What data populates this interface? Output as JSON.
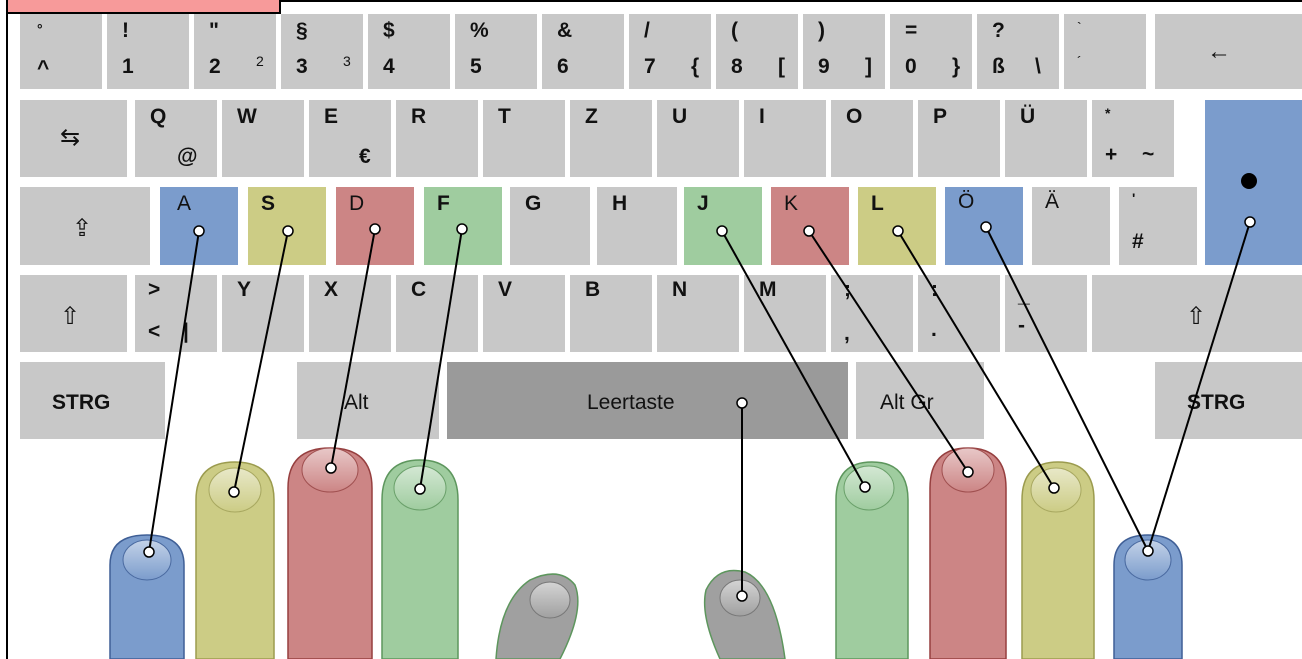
{
  "colors": {
    "pinky": "#7b9ccc",
    "ring": "#cccc85",
    "middle": "#cc8585",
    "index": "#9fcc9f",
    "thumb": "#9a9a9a",
    "key": "#c8c8c8"
  },
  "keys": {
    "circ_top": "°",
    "circ_bot": "^",
    "k1_top": "!",
    "k1_bot": "1",
    "k2_top": "\"",
    "k2_bot": "2",
    "k2_alt": "2",
    "k3_top": "§",
    "k3_bot": "3",
    "k3_alt": "3",
    "k4_top": "$",
    "k4_bot": "4",
    "k5_top": "%",
    "k5_bot": "5",
    "k6_top": "&",
    "k6_bot": "6",
    "k7_top": "/",
    "k7_bot": "7",
    "k7_alt": "{",
    "k8_top": "(",
    "k8_bot": "8",
    "k8_alt": "[",
    "k9_top": ")",
    "k9_bot": "9",
    "k9_alt": "]",
    "k0_top": "=",
    "k0_bot": "0",
    "k0_alt": "}",
    "ss_top": "?",
    "ss_bot": "ß",
    "ss_alt": "\\",
    "acc_top": "`",
    "acc_bot": "´",
    "backspace": "←",
    "tab": "⇆",
    "q": "Q",
    "q_alt": "@",
    "w": "W",
    "e": "E",
    "e_alt": "€",
    "r": "R",
    "t": "T",
    "z": "Z",
    "u": "U",
    "i": "I",
    "o": "O",
    "p": "P",
    "ue": "Ü",
    "plus_top": "*",
    "plus_bot": "+",
    "plus_alt": "~",
    "caps": "⇪",
    "a": "A",
    "s": "S",
    "d": "D",
    "f": "F",
    "g": "G",
    "h": "H",
    "j": "J",
    "k": "K",
    "l": "L",
    "oe": "Ö",
    "ae": "Ä",
    "hash_top": "'",
    "hash_bot": "#",
    "shift_l": "⇧",
    "lt_top": ">",
    "lt_bot": "<",
    "lt_alt": "|",
    "y": "Y",
    "x": "X",
    "c": "C",
    "v": "V",
    "b": "B",
    "n": "N",
    "m": "M",
    "comma_top": ";",
    "comma_bot": ",",
    "dot_top": ":",
    "dot_bot": ".",
    "minus_top": "_",
    "minus_bot": "-",
    "shift_r": "⇧",
    "ctrl_l": "STRG",
    "alt": "Alt",
    "space": "Leertaste",
    "altgr": "Alt Gr",
    "ctrl_r": "STRG"
  }
}
